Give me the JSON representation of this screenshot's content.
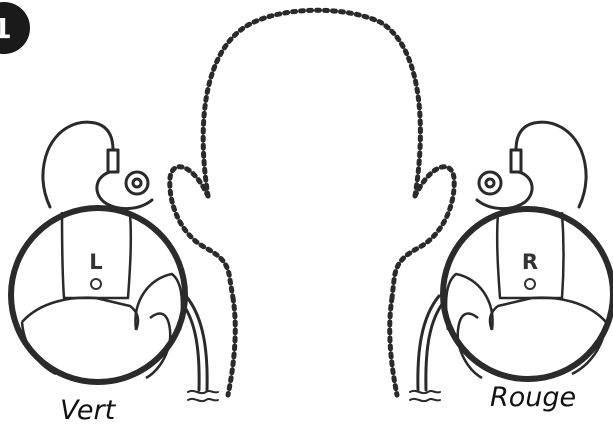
{
  "step": {
    "number": "1",
    "badge_color": "#1a1a1a"
  },
  "left_earpiece": {
    "side_letter": "L",
    "caption": "Vert"
  },
  "right_earpiece": {
    "side_letter": "R",
    "caption": "Rouge"
  },
  "colors": {
    "stroke": "#2a2a2a",
    "zoom_ring": "#2b2b2b",
    "background": "#ffffff"
  }
}
